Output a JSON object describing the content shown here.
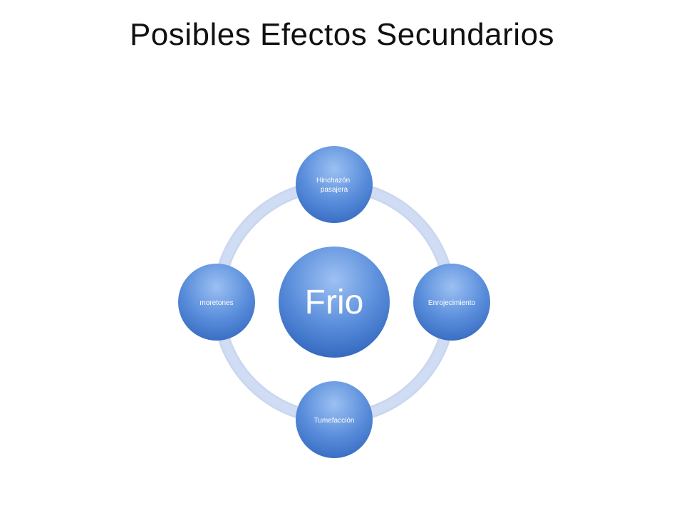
{
  "slide": {
    "title": "Posibles Efectos Secundarios"
  },
  "diagram": {
    "center": {
      "label": "Frio"
    },
    "nodes": [
      {
        "lines": [
          "Hinchazón",
          "pasajera"
        ]
      },
      {
        "lines": [
          "Enrojecimiento"
        ]
      },
      {
        "lines": [
          "Tumefacción"
        ]
      },
      {
        "lines": [
          "moretones"
        ]
      }
    ],
    "colors": {
      "node_light": "#8db3ee",
      "node_dark": "#3a72c8",
      "ring": "#c7d7f1",
      "ring_edge": "#9ab6e2"
    }
  }
}
